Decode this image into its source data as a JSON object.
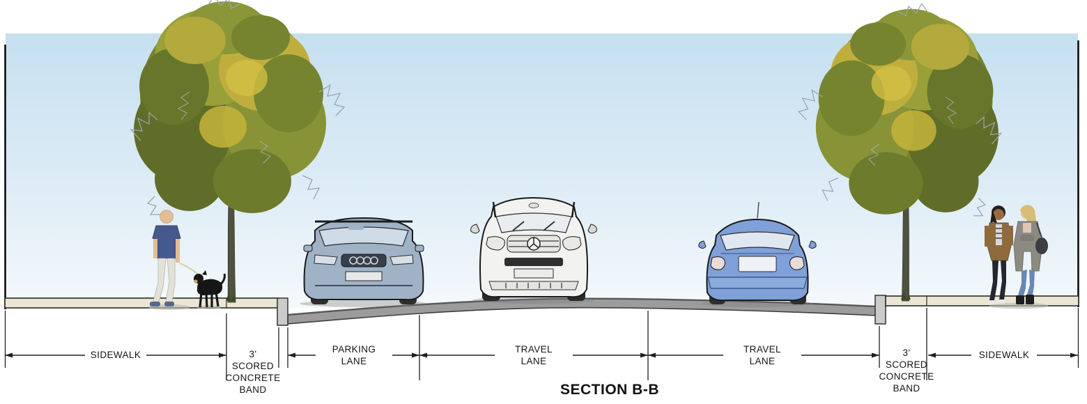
{
  "title": "SECTION B-B",
  "labels": {
    "sidewalk_left": "SIDEWALK",
    "band_left": [
      "3'",
      "SCORED",
      "CONCRETE",
      "BAND"
    ],
    "parking_lane": [
      "PARKING",
      "LANE"
    ],
    "travel_lane_1": [
      "TRAVEL",
      "LANE"
    ],
    "travel_lane_2": [
      "TRAVEL",
      "LANE"
    ],
    "band_right": [
      "3'",
      "SCORED",
      "CONCRETE",
      "BAND"
    ],
    "sidewalk_right": "SIDEWALK"
  },
  "colors": {
    "sky_top": "#c6e0f0",
    "sky_bottom": "#f4f9fc",
    "road": "#9c9c9c",
    "curb": "#cbcbcb",
    "sidewalk": "#eae6d3",
    "foliage_olive": "#5f6d28",
    "foliage_yellow": "#bfae3e",
    "dimension_line": "#1a1a1a",
    "car_parking_lane": "#9fb2c6",
    "car_travel_lane_1": "#f2f2f0",
    "car_travel_lane_2": "#7fa0d8"
  },
  "scene": {
    "left_pedestrian": "man-walking-dog",
    "right_pedestrians": "two-women-walking",
    "vehicles": [
      "station-wagon-front",
      "suv-front",
      "sedan-rear"
    ],
    "tree_count": 2
  }
}
